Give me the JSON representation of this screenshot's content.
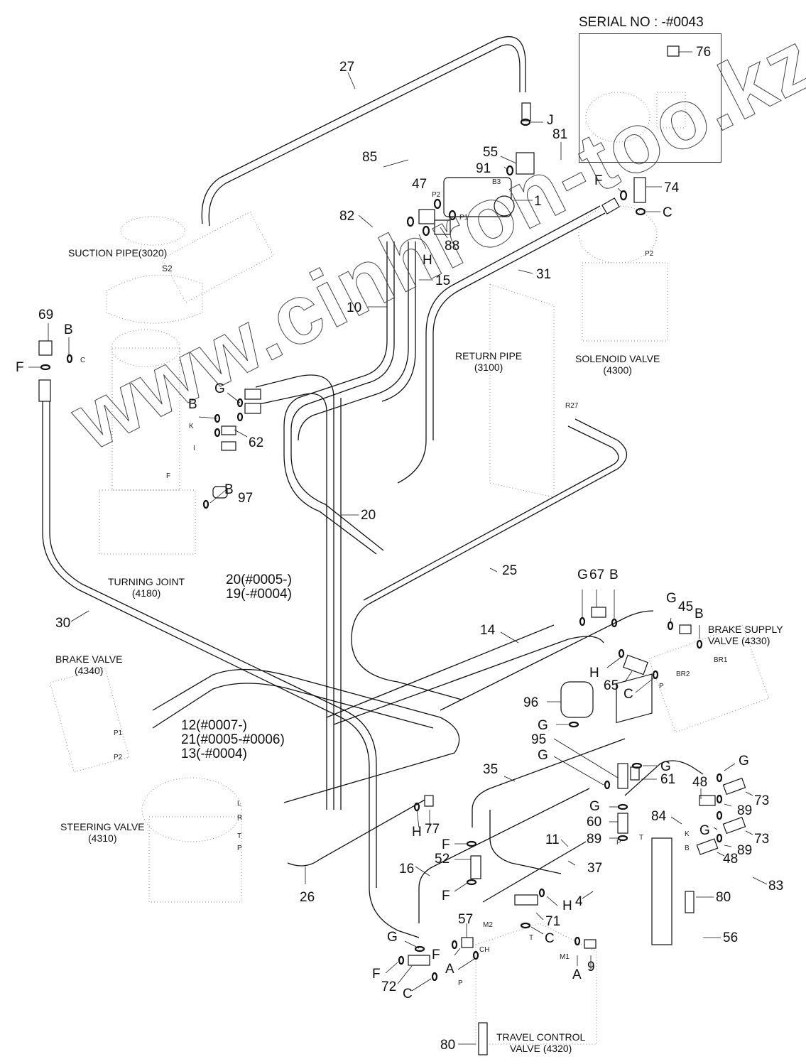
{
  "serial_inset": {
    "title": "SERIAL NO : -#0043",
    "part_label": "76"
  },
  "watermark": "www.cinhron-too.kz",
  "component_captions": [
    {
      "id": "suction-pipe",
      "line1": "SUCTION PIPE(3020)",
      "line2": ""
    },
    {
      "id": "return-pipe",
      "line1": "RETURN PIPE",
      "line2": "(3100)"
    },
    {
      "id": "solenoid-valve",
      "line1": "SOLENOID VALVE",
      "line2": "(4300)"
    },
    {
      "id": "turning-joint",
      "line1": "TURNING JOINT",
      "line2": "(4180)"
    },
    {
      "id": "brake-valve",
      "line1": "BRAKE VALVE",
      "line2": "(4340)"
    },
    {
      "id": "brake-supply-valve",
      "line1": "BRAKE SUPPLY",
      "line2": "VALVE (4330)"
    },
    {
      "id": "steering-valve",
      "line1": "STEERING VALVE",
      "line2": "(4310)"
    },
    {
      "id": "travel-control-valve",
      "line1": "TRAVEL CONTROL",
      "line2": "VALVE (4320)"
    }
  ],
  "variant_labels": {
    "hose_20_19": [
      "20(#0005-)",
      "19(-#0004)"
    ],
    "hose_12_21_13": [
      "12(#0007-)",
      "21(#0005-#0006)",
      "13(-#0004)"
    ]
  },
  "port_labels": [
    "S2",
    "P2",
    "P1",
    "B3",
    "C",
    "K",
    "I",
    "F",
    "P2",
    "R27",
    "BR1",
    "BR2",
    "P",
    "P1",
    "P2",
    "L",
    "R",
    "T",
    "P",
    "M2",
    "T",
    "CH",
    "M1",
    "P",
    "P",
    "T",
    "K",
    "B"
  ],
  "part_callouts": [
    {
      "id": "27",
      "text": "27"
    },
    {
      "id": "J",
      "text": "J"
    },
    {
      "id": "81",
      "text": "81"
    },
    {
      "id": "55",
      "text": "55"
    },
    {
      "id": "85",
      "text": "85"
    },
    {
      "id": "91",
      "text": "91"
    },
    {
      "id": "47",
      "text": "47"
    },
    {
      "id": "1",
      "text": "1"
    },
    {
      "id": "F-74",
      "text": "F"
    },
    {
      "id": "74",
      "text": "74"
    },
    {
      "id": "C-74",
      "text": "C"
    },
    {
      "id": "82",
      "text": "82"
    },
    {
      "id": "88",
      "text": "88"
    },
    {
      "id": "H-top",
      "text": "H"
    },
    {
      "id": "15",
      "text": "15"
    },
    {
      "id": "31",
      "text": "31"
    },
    {
      "id": "10",
      "text": "10"
    },
    {
      "id": "69",
      "text": "69"
    },
    {
      "id": "B-69",
      "text": "B"
    },
    {
      "id": "F-69",
      "text": "F"
    },
    {
      "id": "G-62",
      "text": "G"
    },
    {
      "id": "B-62",
      "text": "B"
    },
    {
      "id": "62",
      "text": "62"
    },
    {
      "id": "B-97",
      "text": "B"
    },
    {
      "id": "97",
      "text": "97"
    },
    {
      "id": "20",
      "text": "20"
    },
    {
      "id": "25",
      "text": "25"
    },
    {
      "id": "30",
      "text": "30"
    },
    {
      "id": "G-67",
      "text": "G"
    },
    {
      "id": "67",
      "text": "67"
    },
    {
      "id": "B-67",
      "text": "B"
    },
    {
      "id": "G-45",
      "text": "G"
    },
    {
      "id": "45",
      "text": "45"
    },
    {
      "id": "B-45",
      "text": "B"
    },
    {
      "id": "14",
      "text": "14"
    },
    {
      "id": "H-65",
      "text": "H"
    },
    {
      "id": "65",
      "text": "65"
    },
    {
      "id": "C-65",
      "text": "C"
    },
    {
      "id": "96",
      "text": "96"
    },
    {
      "id": "G-96",
      "text": "G"
    },
    {
      "id": "95",
      "text": "95"
    },
    {
      "id": "G-95",
      "text": "G"
    },
    {
      "id": "G-61",
      "text": "G"
    },
    {
      "id": "61",
      "text": "61"
    },
    {
      "id": "35",
      "text": "35"
    },
    {
      "id": "G-73",
      "text": "G"
    },
    {
      "id": "73a",
      "text": "73"
    },
    {
      "id": "48a",
      "text": "48"
    },
    {
      "id": "89a",
      "text": "89"
    },
    {
      "id": "G-60",
      "text": "G"
    },
    {
      "id": "84",
      "text": "84"
    },
    {
      "id": "60",
      "text": "60"
    },
    {
      "id": "G-73b",
      "text": "G"
    },
    {
      "id": "73b",
      "text": "73"
    },
    {
      "id": "89b",
      "text": "89"
    },
    {
      "id": "89c",
      "text": "89"
    },
    {
      "id": "48b",
      "text": "48"
    },
    {
      "id": "H-77",
      "text": "H"
    },
    {
      "id": "77",
      "text": "77"
    },
    {
      "id": "F-52a",
      "text": "F"
    },
    {
      "id": "52",
      "text": "52"
    },
    {
      "id": "11",
      "text": "11"
    },
    {
      "id": "37",
      "text": "37"
    },
    {
      "id": "83",
      "text": "83"
    },
    {
      "id": "16",
      "text": "16"
    },
    {
      "id": "F-52b",
      "text": "F"
    },
    {
      "id": "H-71",
      "text": "H"
    },
    {
      "id": "4",
      "text": "4"
    },
    {
      "id": "80a",
      "text": "80"
    },
    {
      "id": "71",
      "text": "71"
    },
    {
      "id": "26",
      "text": "26"
    },
    {
      "id": "57",
      "text": "57"
    },
    {
      "id": "C-71",
      "text": "C"
    },
    {
      "id": "56",
      "text": "56"
    },
    {
      "id": "G-72",
      "text": "G"
    },
    {
      "id": "F-57",
      "text": "F"
    },
    {
      "id": "A-57",
      "text": "A"
    },
    {
      "id": "9",
      "text": "9"
    },
    {
      "id": "F-72",
      "text": "F"
    },
    {
      "id": "72",
      "text": "72"
    },
    {
      "id": "C-72",
      "text": "C"
    },
    {
      "id": "A-9",
      "text": "A"
    },
    {
      "id": "80b",
      "text": "80"
    }
  ]
}
